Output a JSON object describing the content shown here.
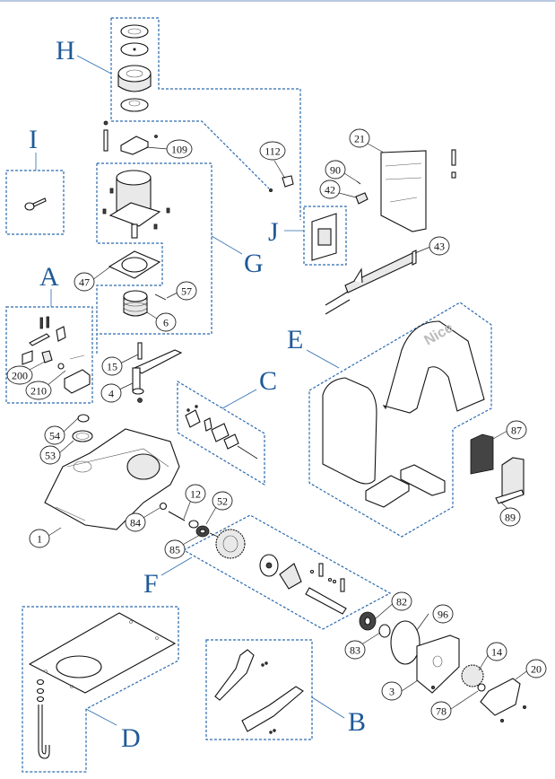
{
  "diagram": {
    "title": "Exploded parts diagram",
    "groups": [
      {
        "id": "H",
        "label": "H"
      },
      {
        "id": "I",
        "label": "I"
      },
      {
        "id": "A",
        "label": "A"
      },
      {
        "id": "G",
        "label": "G"
      },
      {
        "id": "J",
        "label": "J"
      },
      {
        "id": "E",
        "label": "E"
      },
      {
        "id": "C",
        "label": "C"
      },
      {
        "id": "F",
        "label": "F"
      },
      {
        "id": "D",
        "label": "D"
      },
      {
        "id": "B",
        "label": "B"
      }
    ],
    "callouts": [
      {
        "id": "109",
        "label": "109"
      },
      {
        "id": "112",
        "label": "112"
      },
      {
        "id": "21",
        "label": "21"
      },
      {
        "id": "90",
        "label": "90"
      },
      {
        "id": "42",
        "label": "42"
      },
      {
        "id": "43",
        "label": "43"
      },
      {
        "id": "47",
        "label": "47"
      },
      {
        "id": "57",
        "label": "57"
      },
      {
        "id": "6",
        "label": "6"
      },
      {
        "id": "200",
        "label": "200"
      },
      {
        "id": "210",
        "label": "210"
      },
      {
        "id": "15",
        "label": "15"
      },
      {
        "id": "4",
        "label": "4"
      },
      {
        "id": "54",
        "label": "54"
      },
      {
        "id": "53",
        "label": "53"
      },
      {
        "id": "1",
        "label": "1"
      },
      {
        "id": "84",
        "label": "84"
      },
      {
        "id": "12",
        "label": "12"
      },
      {
        "id": "52",
        "label": "52"
      },
      {
        "id": "85",
        "label": "85"
      },
      {
        "id": "87",
        "label": "87"
      },
      {
        "id": "89",
        "label": "89"
      },
      {
        "id": "82",
        "label": "82"
      },
      {
        "id": "96",
        "label": "96"
      },
      {
        "id": "83",
        "label": "83"
      },
      {
        "id": "14",
        "label": "14"
      },
      {
        "id": "20",
        "label": "20"
      },
      {
        "id": "3",
        "label": "3"
      },
      {
        "id": "78",
        "label": "78"
      }
    ],
    "cover_logo": "Nice",
    "colors": {
      "group_outline": "#2a6aae",
      "group_letter": "#1f5a98",
      "part_stroke": "#111111"
    }
  }
}
